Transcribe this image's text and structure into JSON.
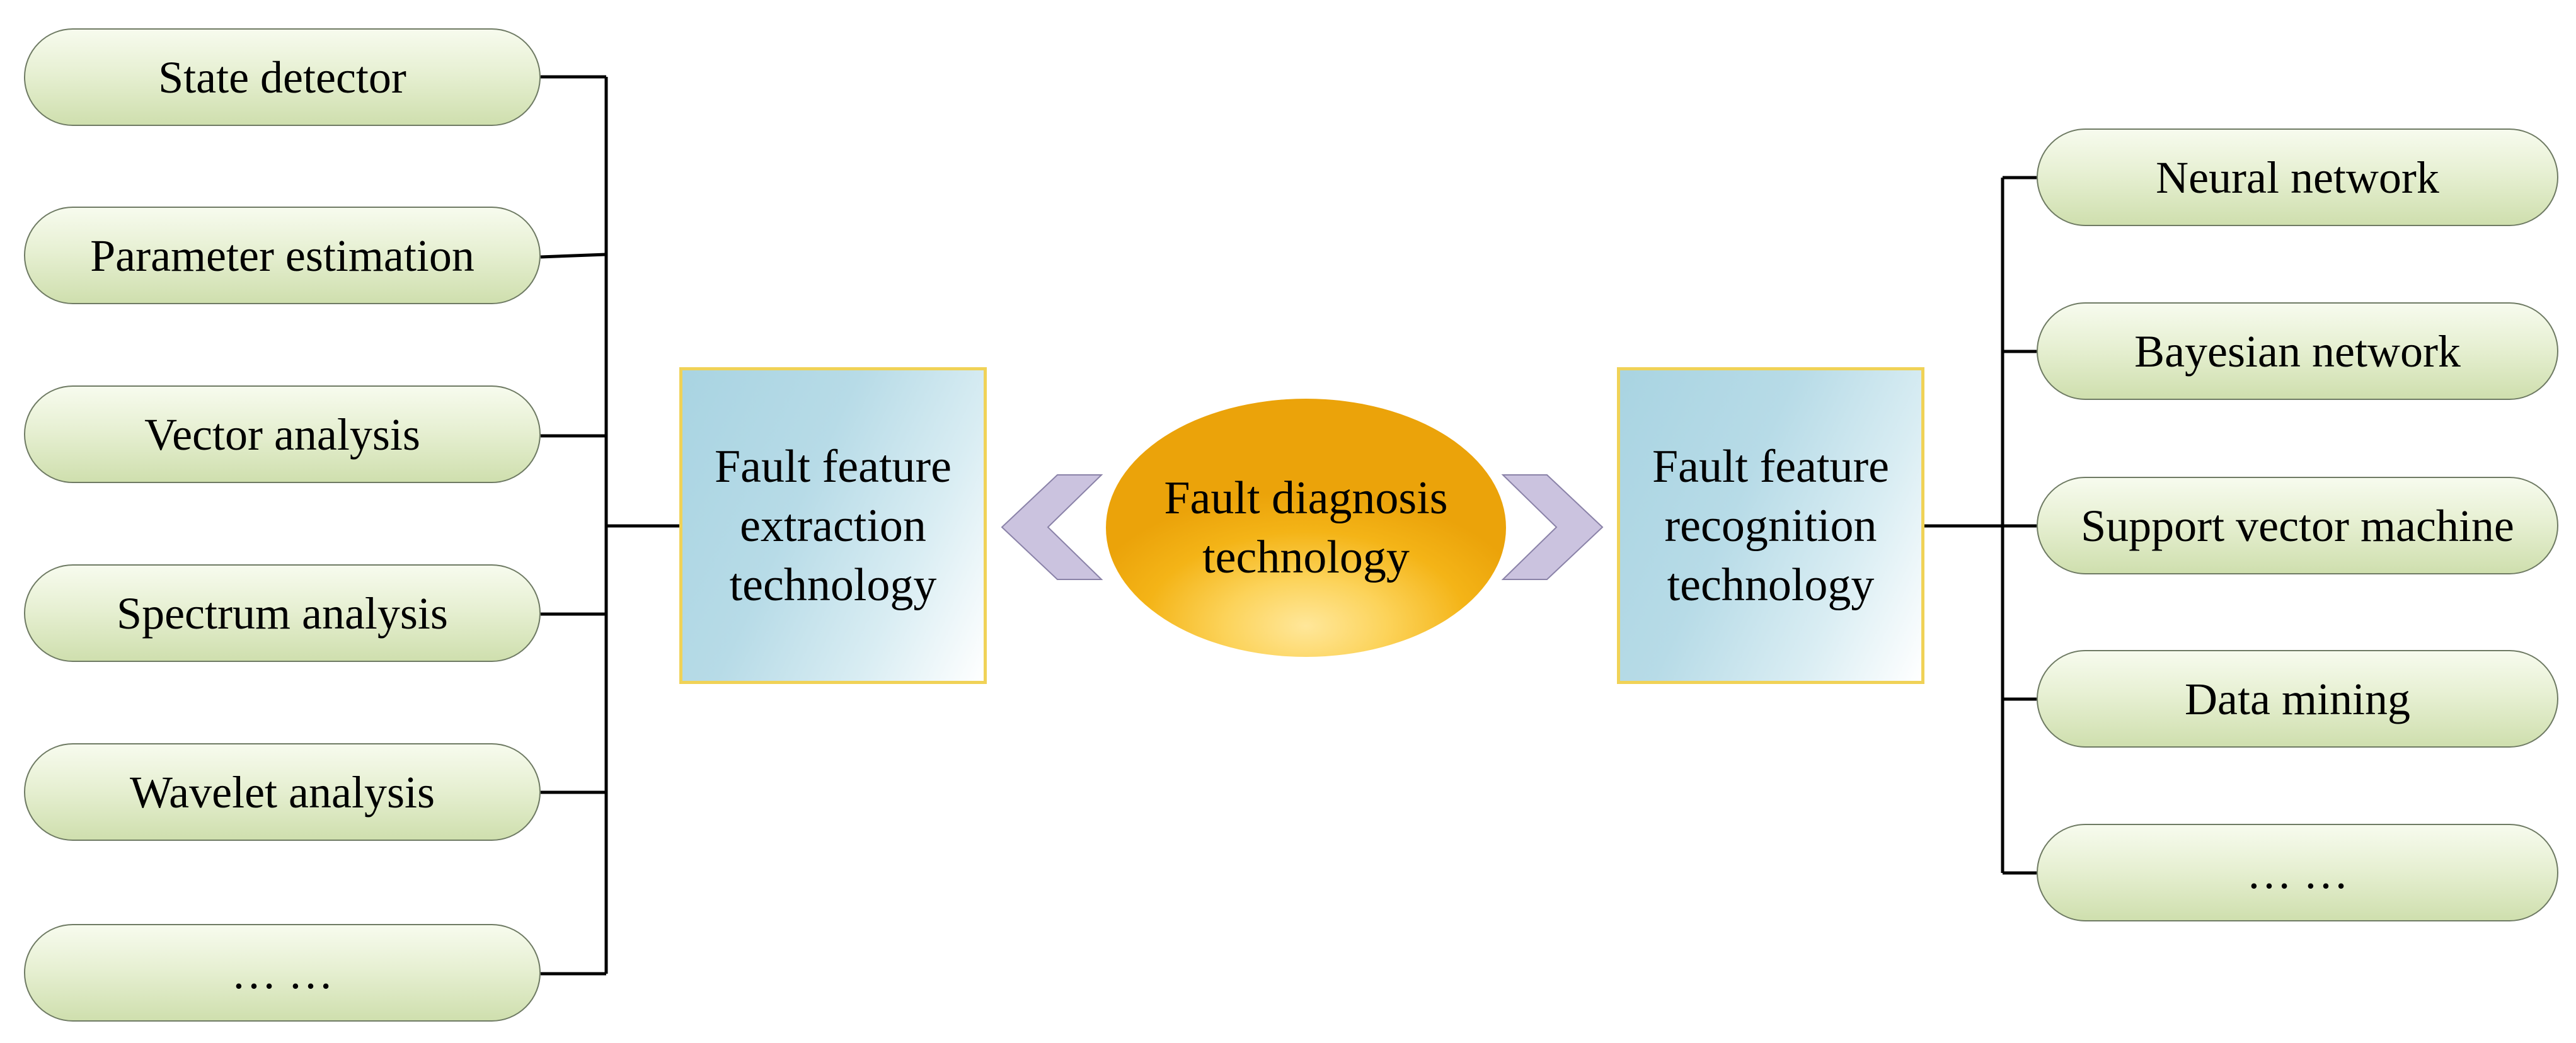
{
  "diagram": {
    "center": {
      "label": "Fault diagnosis technology"
    },
    "extraction": {
      "label": "Fault feature extraction technology",
      "methods": [
        "State detector",
        "Parameter estimation",
        "Vector analysis",
        "Spectrum analysis",
        "Wavelet analysis",
        "… …"
      ]
    },
    "recognition": {
      "label": "Fault feature recognition technology",
      "methods": [
        "Neural network",
        "Bayesian network",
        "Support vector machine",
        "Data mining",
        "… …"
      ]
    },
    "colors": {
      "pill_fill": "#e7f0d3",
      "pill_border": "#6e7a63",
      "box_fill": "#a9d4e2",
      "box_border": "#f0d257",
      "ellipse_fill": "#f4b417",
      "chevron_fill": "#cbc3df",
      "connector": "#000000"
    }
  }
}
